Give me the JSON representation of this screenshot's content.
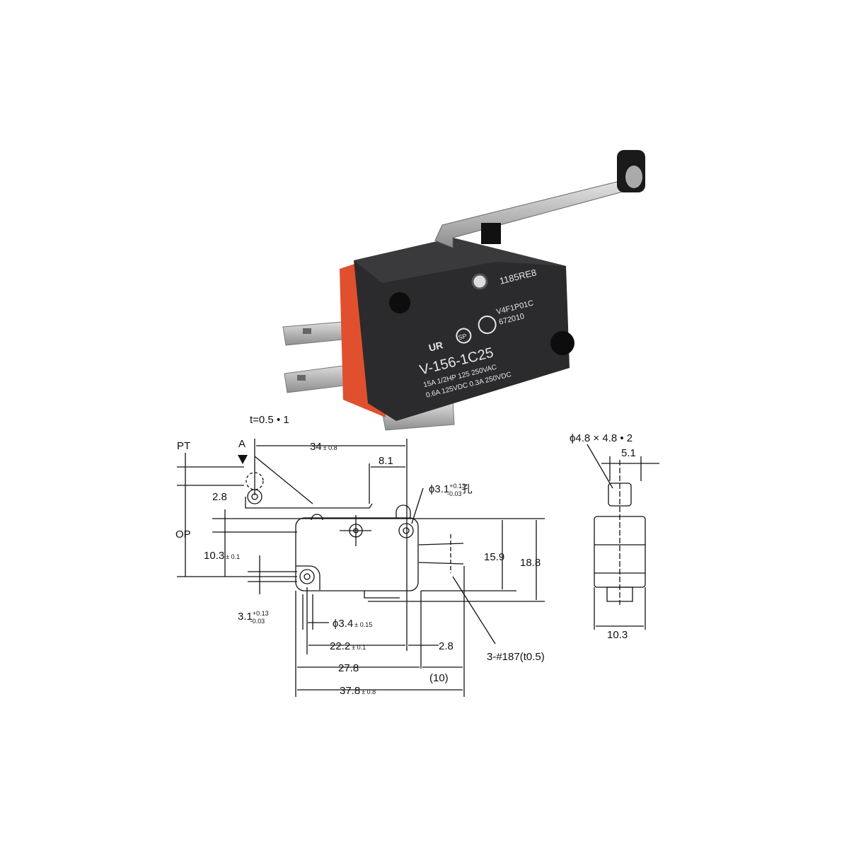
{
  "product": {
    "markings": {
      "lot_code": "1185RE8",
      "cert_code_1": "V4F1P01C",
      "cert_code_2": "672010",
      "model": "V-156-1C25",
      "rating_line_1": "15A 1/2HP 125 250VAC",
      "rating_line_2": "0.6A 125VDC 0.3A 250VDC",
      "ul_logo": "UR",
      "csa_logo": "SP"
    },
    "colors": {
      "body": "#2b2b2d",
      "accent": "#e0502e",
      "metal": "#b9b9b9"
    }
  },
  "drawing": {
    "thickness_note": "t=0.5 • 1",
    "pt_label": "PT",
    "a_label": "A",
    "op_label": "OP",
    "dim_34": "34",
    "dim_34_tol": "± 0.8",
    "dim_8_1": "8.1",
    "dim_2_8_roller": "2.8",
    "hole_dia": "ϕ3.1",
    "hole_tol_upper": "+0.13",
    "hole_tol_lower": "-0.03",
    "hole_suffix": "孔",
    "dim_10_3": "10.3",
    "dim_10_3_tol": "± 0.1",
    "dim_15_9": "15.9",
    "dim_18_8": "18.8",
    "dim_3_1": "3.1",
    "dim_3_1_tol_upper": "+0.13",
    "dim_3_1_tol_lower": "-0.03",
    "dim_3_4": "ϕ3.4",
    "dim_3_4_tol": "± 0.15",
    "dim_22_2": "22.2",
    "dim_22_2_tol": "± 0.1",
    "dim_2_8_terminal": "2.8",
    "terminal_note": "3-#187(t0.5)",
    "dim_27_8": "27.8",
    "dim_10": "(10)",
    "dim_37_8": "37.8",
    "dim_37_8_tol": "± 0.8",
    "side_roller": "ϕ4.8 × 4.8 • 2",
    "side_5_1": "5.1",
    "side_10_3": "10.3"
  }
}
